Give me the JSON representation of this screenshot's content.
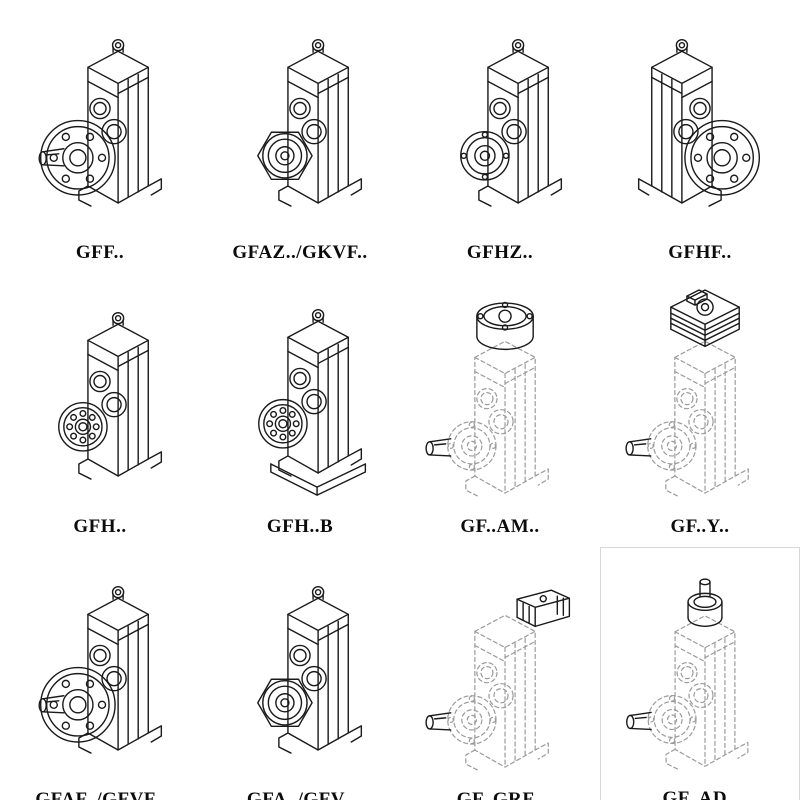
{
  "catalog": {
    "colors": {
      "ink": "#1a1a1a",
      "phantom": "#9b9b9b",
      "background": "#ffffff",
      "cell_border": "#d8d8d8"
    },
    "items": [
      {
        "label": "GFF..",
        "drawing": "gearbox-output-flange-with-shaft"
      },
      {
        "label": "GFAZ../GKVF..",
        "drawing": "gearbox-hollow-shaft-hex-boss"
      },
      {
        "label": "GFHZ..",
        "drawing": "gearbox-hollow-shaft"
      },
      {
        "label": "GFHF..",
        "drawing": "gearbox-side-flange"
      },
      {
        "label": "GFH..",
        "drawing": "gearbox-shaft-mounted-bearing"
      },
      {
        "label": "GFH..B",
        "drawing": "gearbox-shaft-mounted-with-base"
      },
      {
        "label": "GF..AM..",
        "drawing": "gearbox-phantom-iec-adapter"
      },
      {
        "label": "GF..Y..",
        "drawing": "gearbox-phantom-with-motor"
      },
      {
        "label": "GFAF../GFVF..",
        "drawing": "gearbox-output-flange-with-shaft"
      },
      {
        "label": "GFA../GFV..",
        "drawing": "gearbox-hollow-shaft-hex-boss"
      },
      {
        "label": "GF..GRF..",
        "drawing": "gearbox-phantom-grf-attachment"
      },
      {
        "label": "GF..AD..",
        "drawing": "gearbox-phantom-input-shaft-adapter"
      }
    ]
  }
}
